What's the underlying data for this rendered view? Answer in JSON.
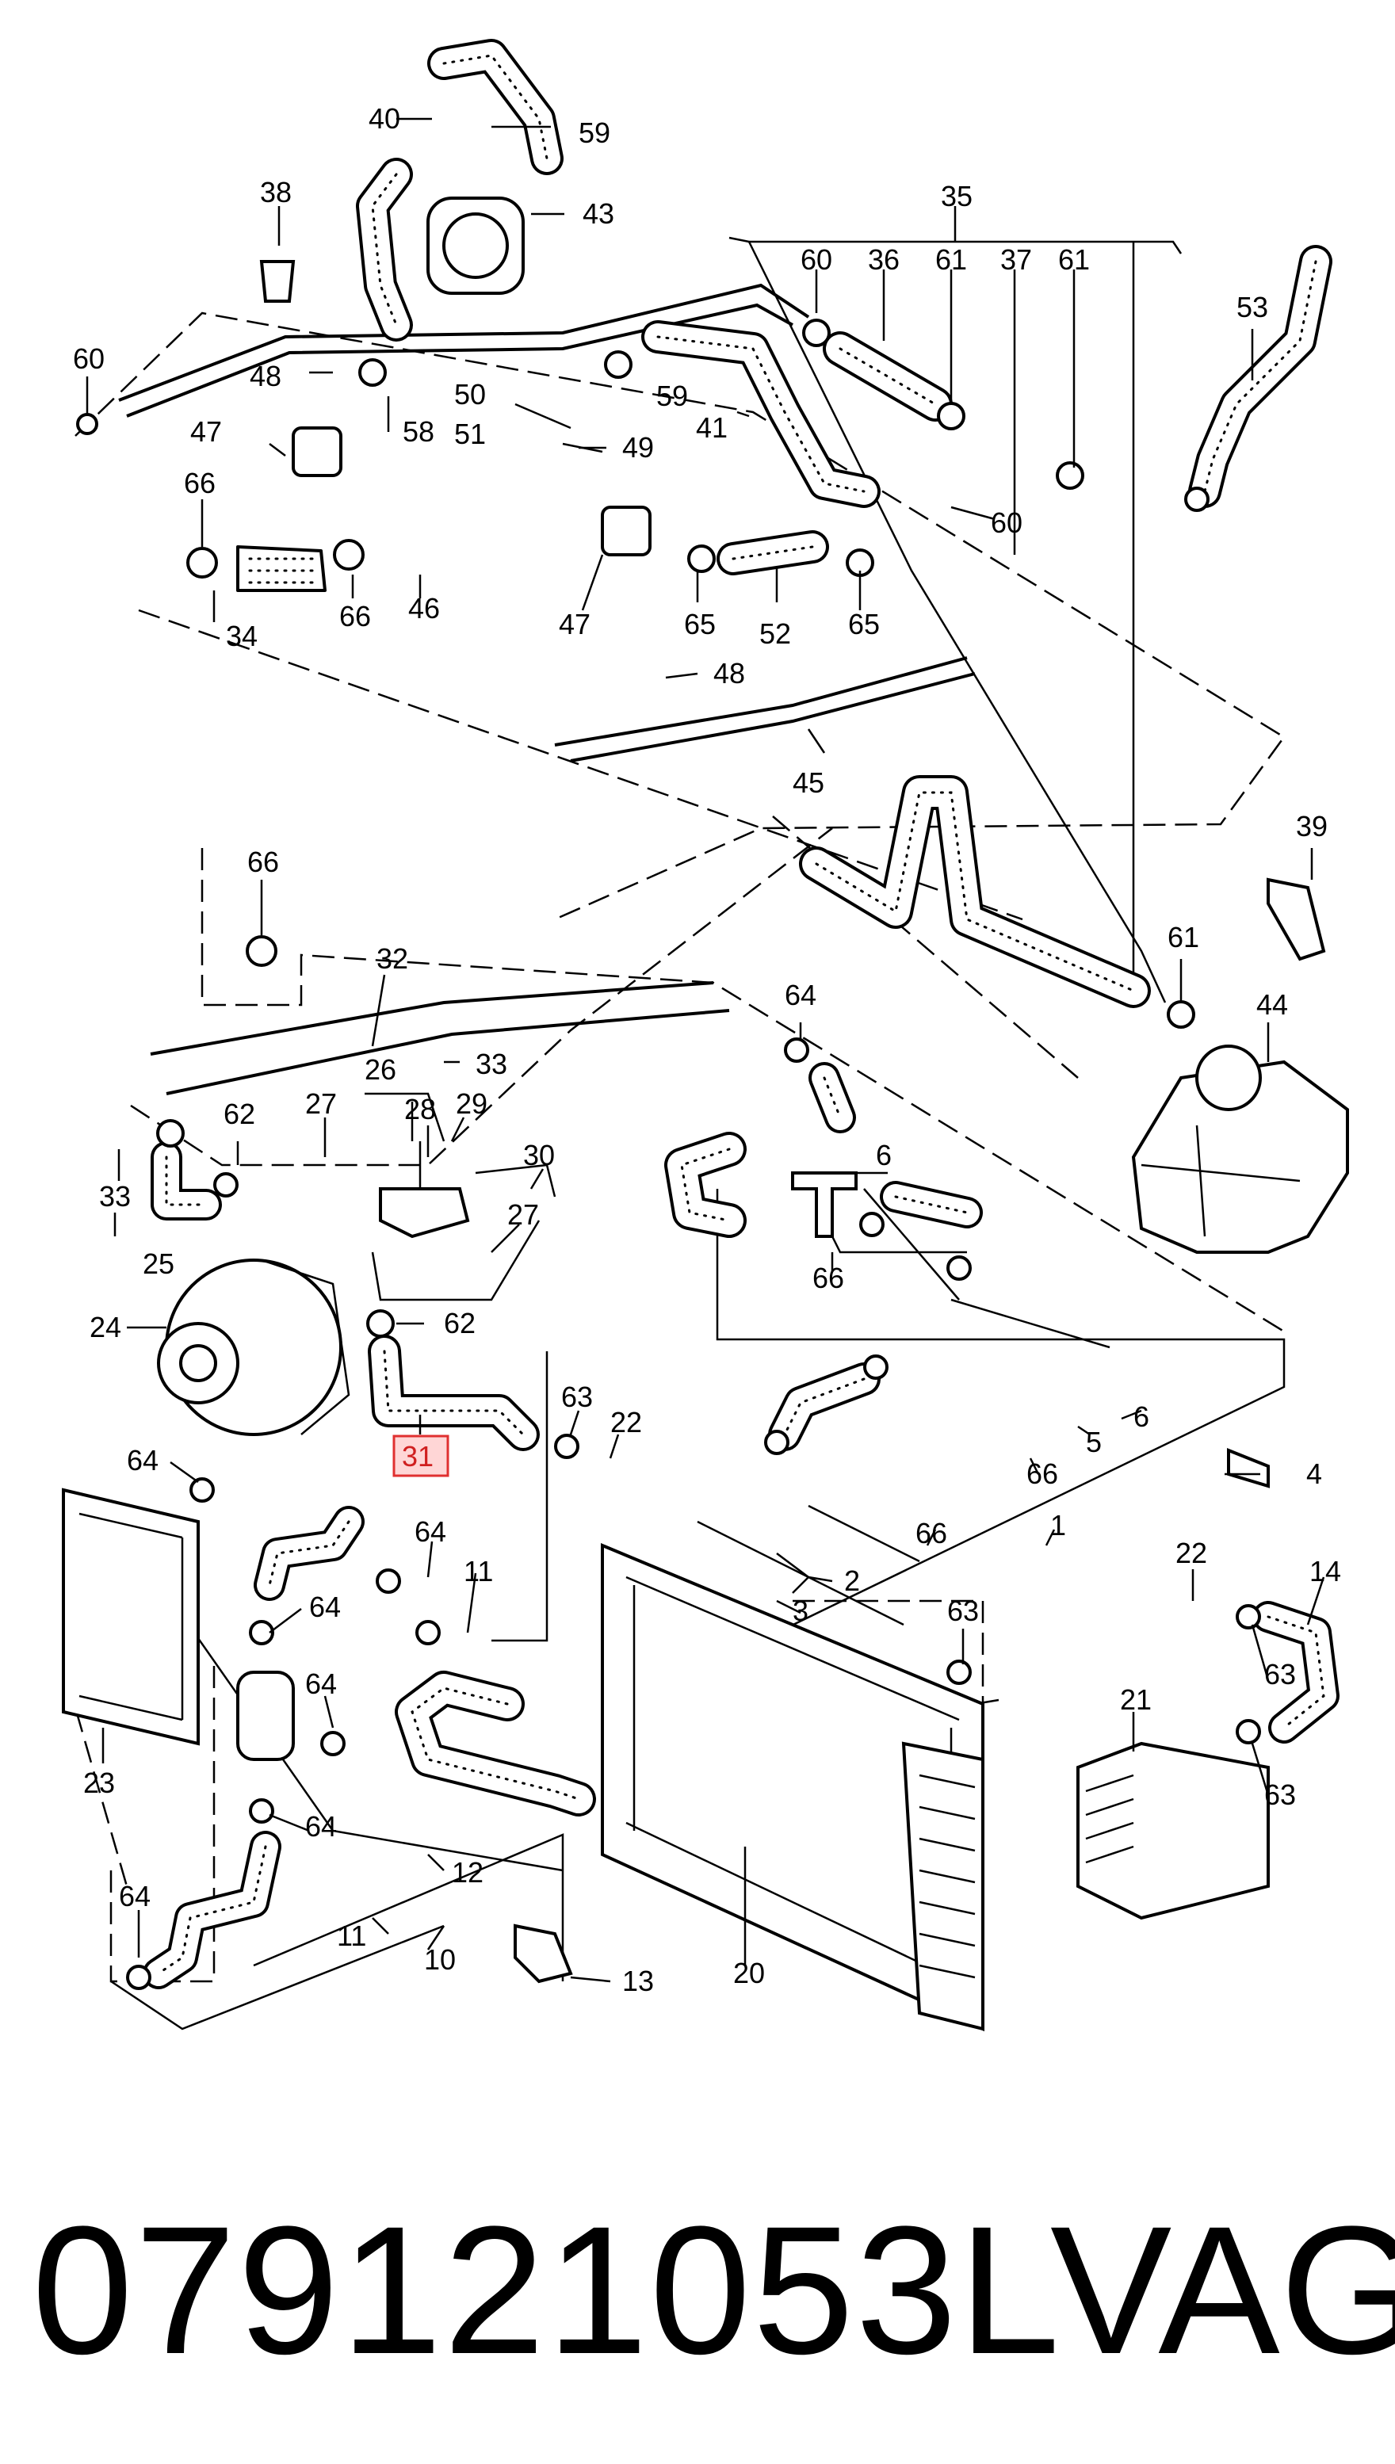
{
  "labels": [
    {
      "id": "40",
      "text": "40"
    },
    {
      "id": "59a",
      "text": "59"
    },
    {
      "id": "38",
      "text": "38"
    },
    {
      "id": "43",
      "text": "43"
    },
    {
      "id": "35",
      "text": "35"
    },
    {
      "id": "60a",
      "text": "60"
    },
    {
      "id": "36",
      "text": "36"
    },
    {
      "id": "61a",
      "text": "61"
    },
    {
      "id": "37",
      "text": "37"
    },
    {
      "id": "61b",
      "text": "61"
    },
    {
      "id": "53",
      "text": "53"
    },
    {
      "id": "60b",
      "text": "60"
    },
    {
      "id": "48a",
      "text": "48"
    },
    {
      "id": "50",
      "text": "50"
    },
    {
      "id": "59b",
      "text": "59"
    },
    {
      "id": "51",
      "text": "51"
    },
    {
      "id": "49",
      "text": "49"
    },
    {
      "id": "41",
      "text": "41"
    },
    {
      "id": "58",
      "text": "58"
    },
    {
      "id": "47a",
      "text": "47"
    },
    {
      "id": "60c",
      "text": "60"
    },
    {
      "id": "66a",
      "text": "66"
    },
    {
      "id": "34",
      "text": "34"
    },
    {
      "id": "66b",
      "text": "66"
    },
    {
      "id": "46",
      "text": "46"
    },
    {
      "id": "47b",
      "text": "47"
    },
    {
      "id": "65a",
      "text": "65"
    },
    {
      "id": "52",
      "text": "52"
    },
    {
      "id": "65b",
      "text": "65"
    },
    {
      "id": "48b",
      "text": "48"
    },
    {
      "id": "45",
      "text": "45"
    },
    {
      "id": "39",
      "text": "39"
    },
    {
      "id": "66c",
      "text": "66"
    },
    {
      "id": "32",
      "text": "32"
    },
    {
      "id": "61c",
      "text": "61"
    },
    {
      "id": "64a",
      "text": "64"
    },
    {
      "id": "44",
      "text": "44"
    },
    {
      "id": "33a",
      "text": "33"
    },
    {
      "id": "26",
      "text": "26"
    },
    {
      "id": "27a",
      "text": "27"
    },
    {
      "id": "28",
      "text": "28"
    },
    {
      "id": "29",
      "text": "29"
    },
    {
      "id": "62a",
      "text": "62"
    },
    {
      "id": "30",
      "text": "30"
    },
    {
      "id": "6a",
      "text": "6"
    },
    {
      "id": "33b",
      "text": "33"
    },
    {
      "id": "27b",
      "text": "27"
    },
    {
      "id": "25",
      "text": "25"
    },
    {
      "id": "66d",
      "text": "66"
    },
    {
      "id": "24",
      "text": "24"
    },
    {
      "id": "62b",
      "text": "62"
    },
    {
      "id": "6b",
      "text": "6"
    },
    {
      "id": "5",
      "text": "5"
    },
    {
      "id": "63a",
      "text": "63"
    },
    {
      "id": "22a",
      "text": "22"
    },
    {
      "id": "66e",
      "text": "66"
    },
    {
      "id": "4",
      "text": "4"
    },
    {
      "id": "64b",
      "text": "64"
    },
    {
      "id": "1",
      "text": "1"
    },
    {
      "id": "66f",
      "text": "66"
    },
    {
      "id": "64c",
      "text": "64"
    },
    {
      "id": "11a",
      "text": "11"
    },
    {
      "id": "22b",
      "text": "22"
    },
    {
      "id": "14",
      "text": "14"
    },
    {
      "id": "2",
      "text": "2"
    },
    {
      "id": "64d",
      "text": "64"
    },
    {
      "id": "3",
      "text": "3"
    },
    {
      "id": "63b",
      "text": "63"
    },
    {
      "id": "63c",
      "text": "63"
    },
    {
      "id": "64e",
      "text": "64"
    },
    {
      "id": "21",
      "text": "21"
    },
    {
      "id": "23",
      "text": "23"
    },
    {
      "id": "63d",
      "text": "63"
    },
    {
      "id": "64f",
      "text": "64"
    },
    {
      "id": "12",
      "text": "12"
    },
    {
      "id": "64g",
      "text": "64"
    },
    {
      "id": "11b",
      "text": "11"
    },
    {
      "id": "10",
      "text": "10"
    },
    {
      "id": "13",
      "text": "13"
    },
    {
      "id": "20",
      "text": "20"
    }
  ],
  "highlighted_label": "31",
  "footer": {
    "part_number": "079121053L",
    "brand": "VAG"
  }
}
